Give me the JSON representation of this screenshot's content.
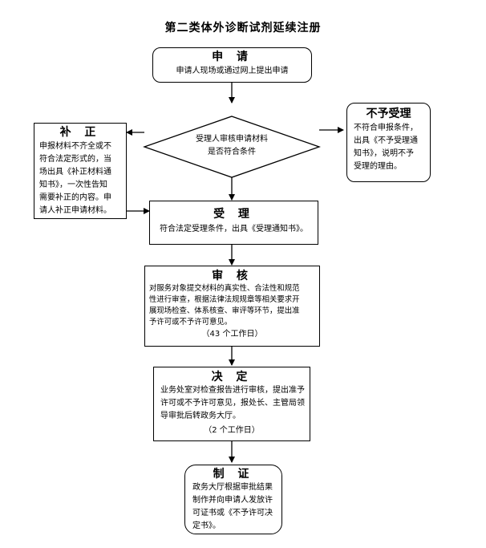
{
  "title": "第二类体外诊断试剂延续注册",
  "apply": {
    "heading": "申 请",
    "text": "申请人现场或通过网上提出申请"
  },
  "review_decision": {
    "line1": "受理人审核申请材料",
    "line2": "是否符合条件"
  },
  "reject": {
    "heading": "不予受理",
    "lines": [
      "不符合申报条件，",
      "出具《不予受理通",
      "知书》，说明不予",
      "受理的理由。"
    ]
  },
  "supplement": {
    "heading": "补 正",
    "lines": [
      "申报材料不齐全或不",
      "符合法定形式的，当",
      "场出具《补正材料通",
      "知书》，一次性告知",
      "需要补正的内容。申",
      "请人补正申请材料。"
    ]
  },
  "accept": {
    "heading": "受 理",
    "text": "符合法定受理条件，出具《受理通知书》。"
  },
  "audit": {
    "heading": "审 核",
    "lines": [
      "对服务对象提交材料的真实性、合法性和规范",
      "性进行审查，根据法律法规规章等相关要求开",
      "展现场检查、体系核查、审评等环节，提出准",
      "予许可或不予许可意见。"
    ],
    "days": "（43 个工作日）"
  },
  "decide": {
    "heading": "决 定",
    "lines": [
      "业务处室对检查报告进行审核，提出准予",
      "许可或不予许可意见，报处长、主管局领",
      "导审批后转政务大厅。"
    ],
    "days": "（2 个工作日）"
  },
  "certificate": {
    "heading": "制 证",
    "lines": [
      "政务大厅根据审批结果",
      "制作并向申请人发放许",
      "可证书或《不予许可决",
      "定书》。"
    ]
  }
}
